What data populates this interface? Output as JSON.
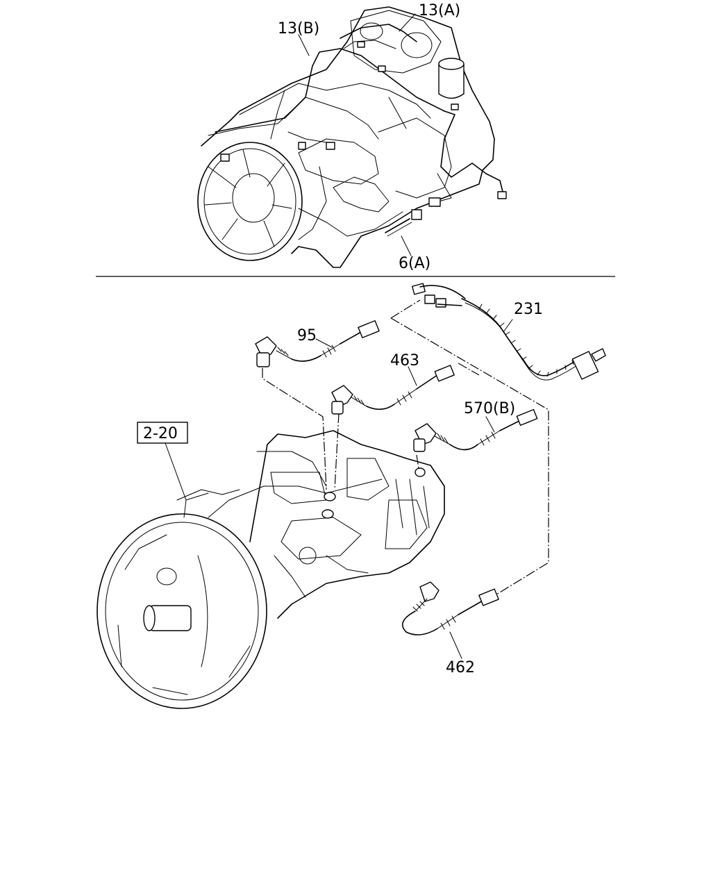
{
  "callouts": {
    "engine_harness_b": "13(B)",
    "engine_harness_a": "13(A)",
    "sensor_6a": "6(A)",
    "harness_231": "231",
    "sensor_95": "95",
    "sensor_463": "463",
    "sensor_570b": "570(B)",
    "ref_2_20": "2-20",
    "sensor_462": "462"
  }
}
